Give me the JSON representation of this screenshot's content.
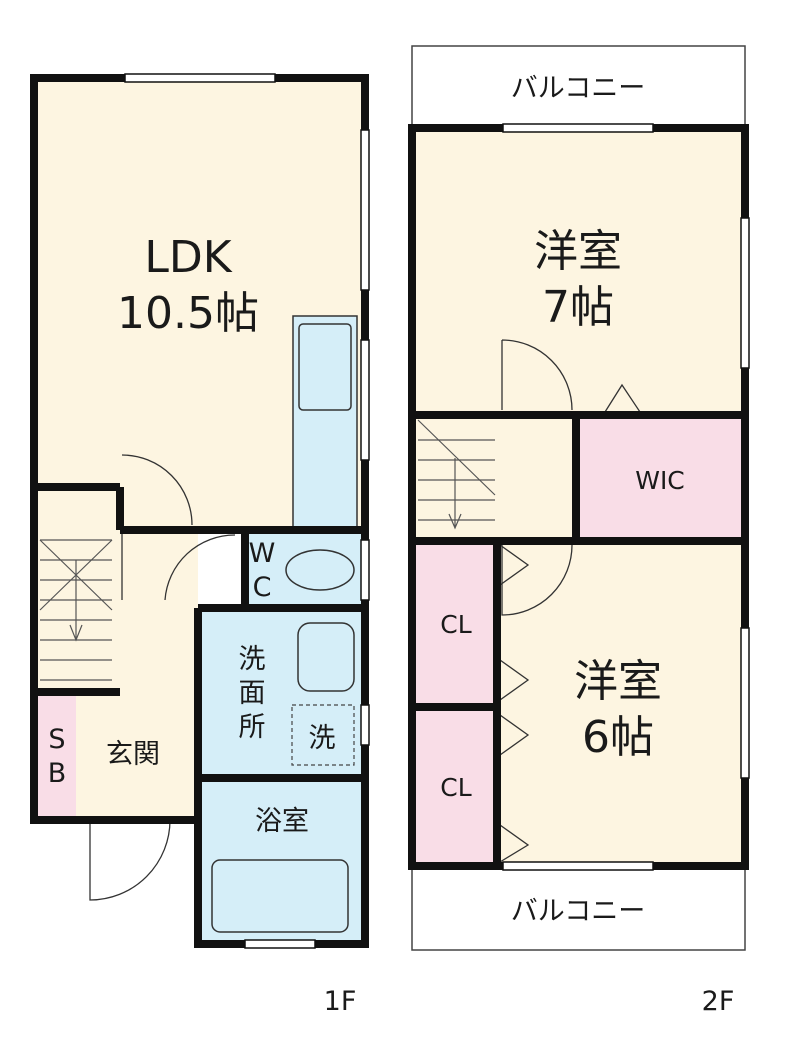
{
  "colors": {
    "wall": "#111111",
    "living": "#fdf5e1",
    "wet": "#d5eef8",
    "closet": "#f9dde7",
    "balcony": "#ffffff"
  },
  "floor1": {
    "ldk_name": "LDK",
    "ldk_size": "10.5帖",
    "wc_w": "W",
    "wc_c": "C",
    "washroom_1": "洗",
    "washroom_2": "面",
    "washroom_3": "所",
    "washer": "洗",
    "sb_s": "S",
    "sb_b": "B",
    "entrance": "玄関",
    "bath": "浴室",
    "floor_label": "1F"
  },
  "floor2": {
    "balcony_top": "バルコニー",
    "room1_name": "洋室",
    "room1_size": "7帖",
    "wic": "WIC",
    "cl_1": "CL",
    "cl_2": "CL",
    "room2_name": "洋室",
    "room2_size": "6帖",
    "balcony_bottom": "バルコニー",
    "floor_label": "2F"
  }
}
